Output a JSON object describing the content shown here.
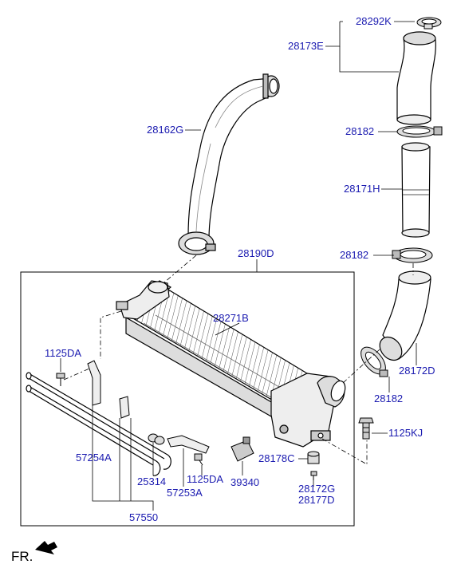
{
  "labels": {
    "p28292K": "28292K",
    "p28173E": "28173E",
    "p28162G": "28162G",
    "p28182_top": "28182",
    "p28171H": "28171H",
    "p28190D": "28190D",
    "p28182_mid": "28182",
    "p28271B": "28271B",
    "p1125DA_left": "1125DA",
    "p28172D": "28172D",
    "p28182_bot": "28182",
    "p1125KJ": "1125KJ",
    "p57254A": "57254A",
    "p25314": "25314",
    "p1125DA_bottom": "1125DA",
    "p39340": "39340",
    "p28178C": "28178C",
    "p57253A": "57253A",
    "p28172G": "28172G",
    "p28177D": "28177D",
    "p57550": "57550"
  },
  "direction_marker": "FR.",
  "colors": {
    "label_text": "#1a1ab0",
    "line": "#000000",
    "background": "#ffffff"
  }
}
